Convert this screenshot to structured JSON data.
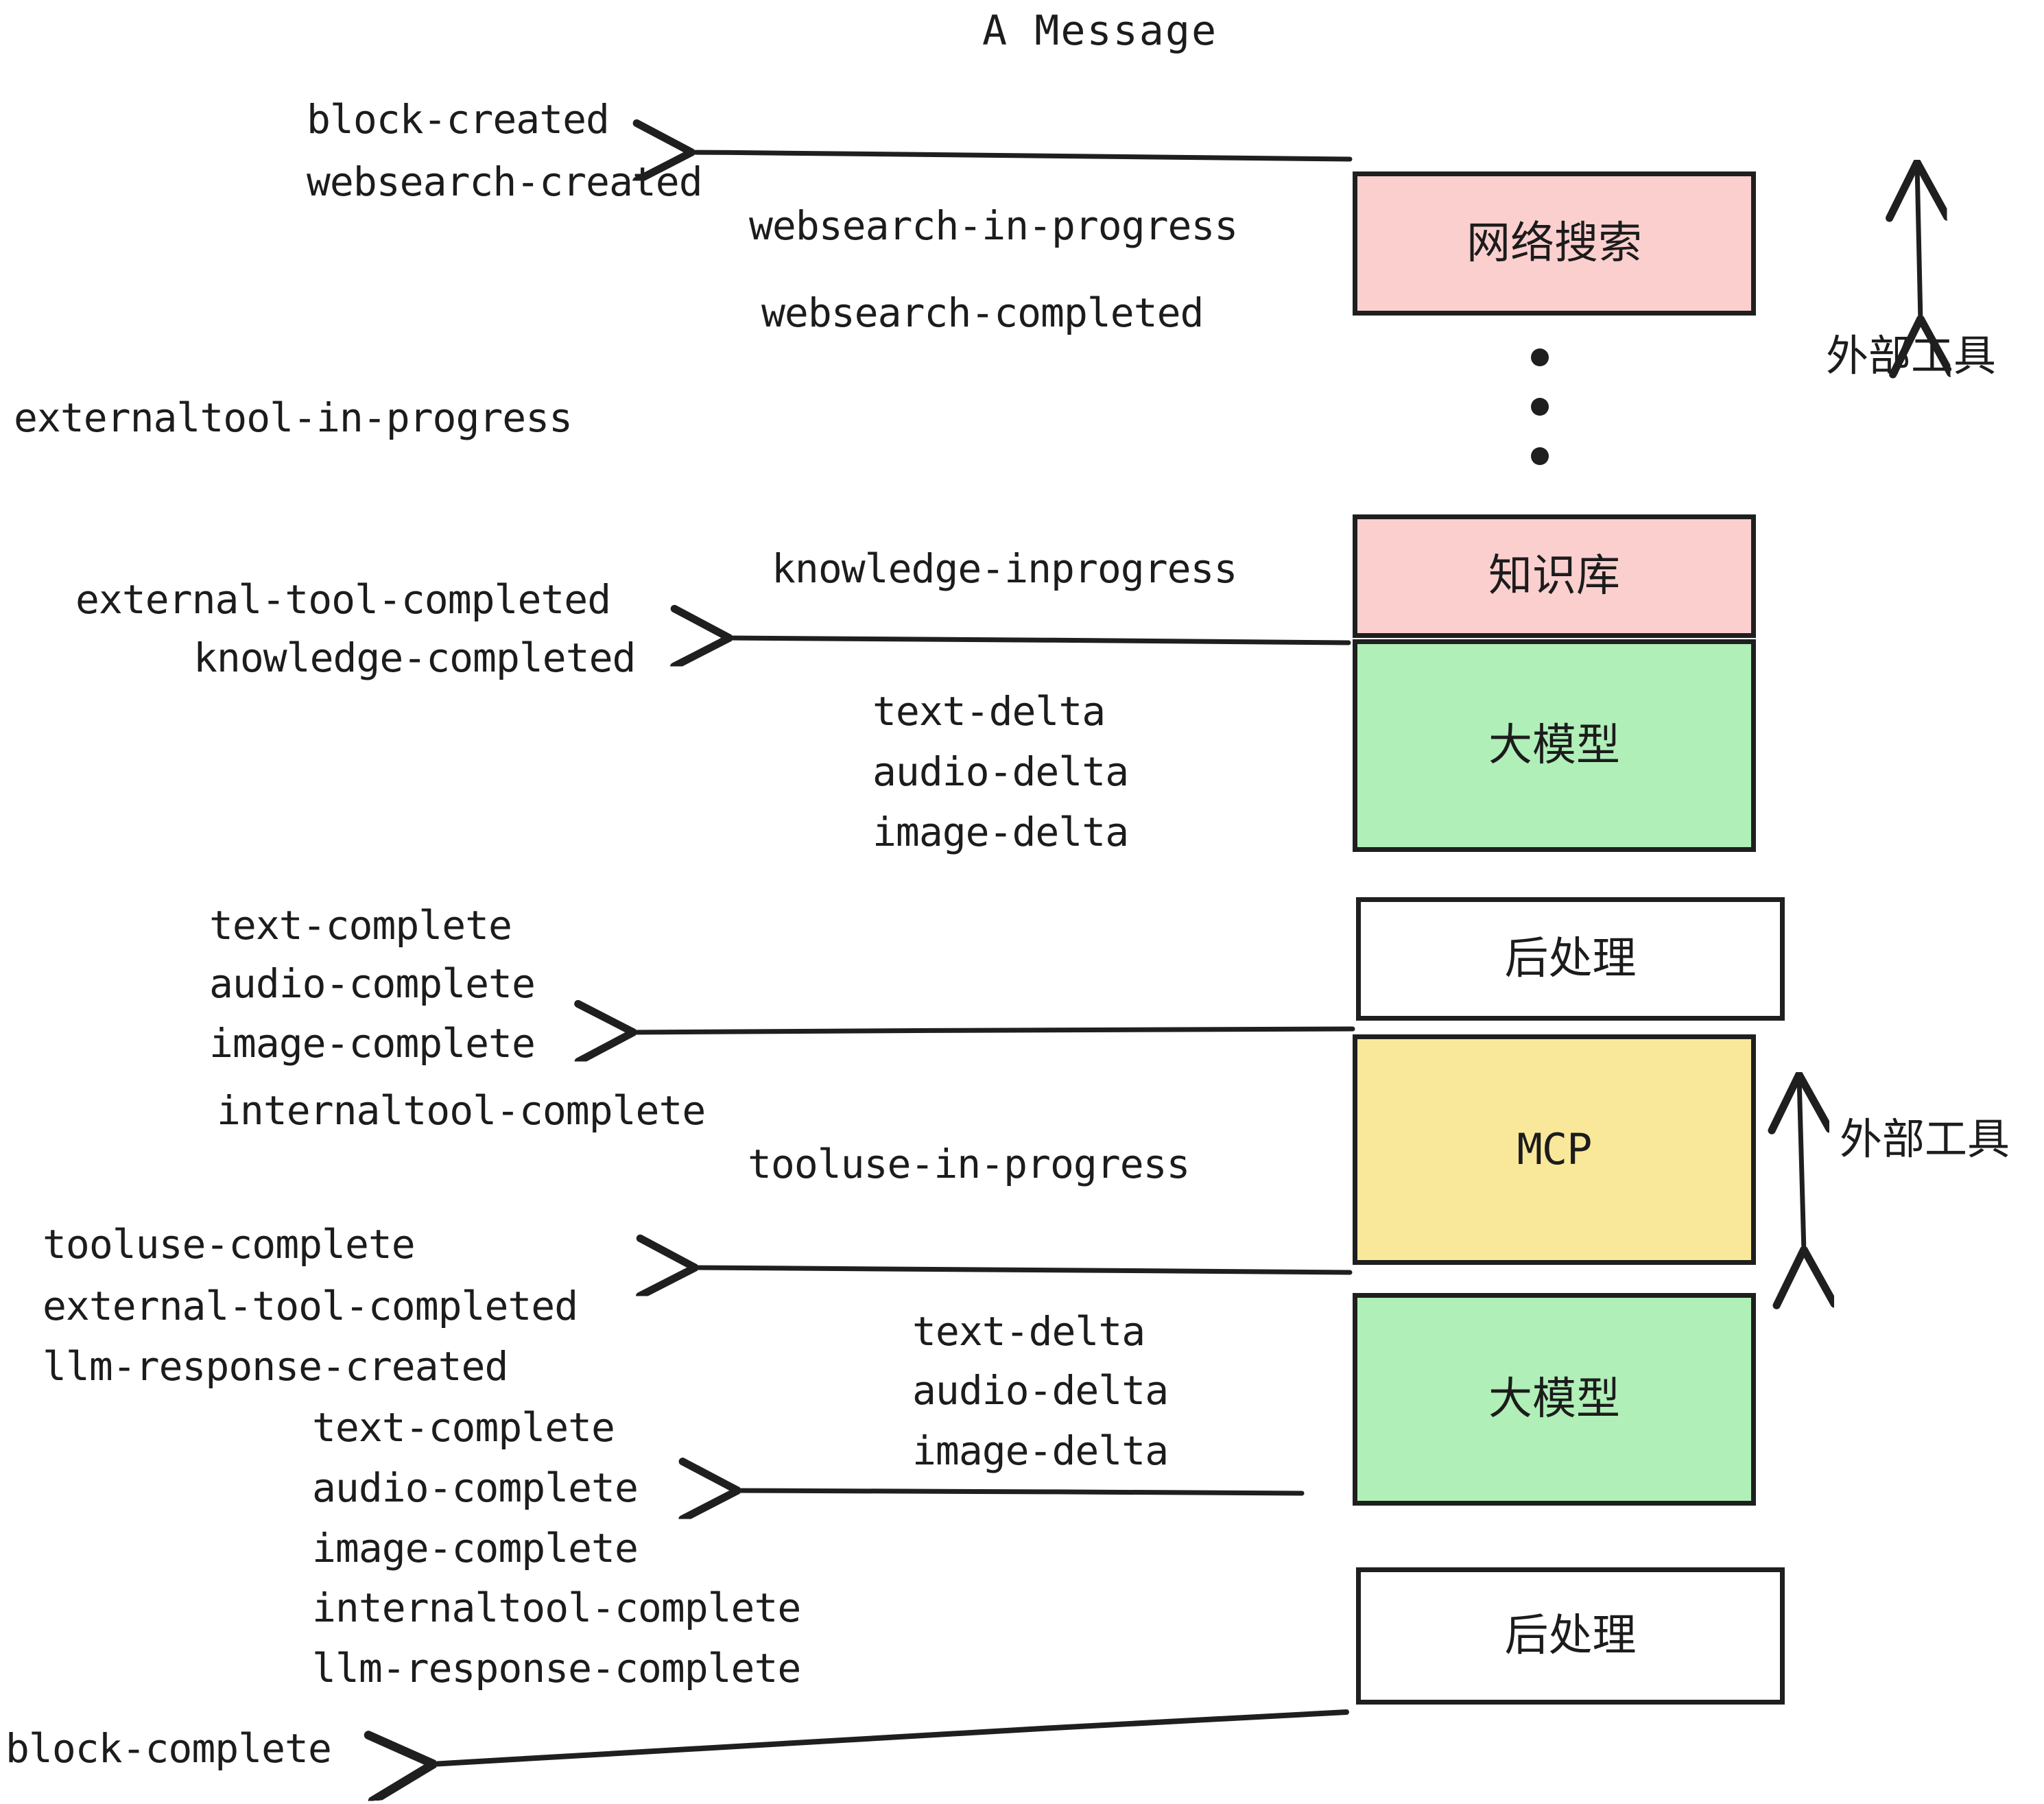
{
  "title": "A Message",
  "colors": {
    "pink": "#fccfcf",
    "green": "#b0efb8",
    "yellow": "#fae89a",
    "white": "#ffffff",
    "stroke": "#1f1f1f",
    "text": "#1c1c1c"
  },
  "nodes": {
    "websearch": "网络搜索",
    "knowledge": "知识库",
    "llm_top": "大模型",
    "postprocess_top": "后处理",
    "mcp": "MCP",
    "llm_bottom": "大模型",
    "postprocess_bottom": "后处理"
  },
  "side_labels": {
    "external_tool_top": "外部工具",
    "external_tool_bottom": "外部工具"
  },
  "events": {
    "block_created": "block-created",
    "websearch_created": "websearch-created",
    "websearch_in_progress": "websearch-in-progress",
    "websearch_completed": "websearch-completed",
    "externaltool_in_progress": "externaltool-in-progress",
    "knowledge_inprogress": "knowledge-inprogress",
    "external_tool_completed_1": "external-tool-completed",
    "knowledge_completed": "knowledge-completed",
    "text_delta_1": "text-delta",
    "audio_delta_1": "audio-delta",
    "image_delta_1": "image-delta",
    "text_complete_1": "text-complete",
    "audio_complete_1": "audio-complete",
    "image_complete_1": "image-complete",
    "internaltool_complete_1": "internaltool-complete",
    "tooluse_in_progress": "tooluse-in-progress",
    "tooluse_complete": "tooluse-complete",
    "external_tool_completed_2": "external-tool-completed",
    "llm_response_created": "llm-response-created",
    "text_delta_2": "text-delta",
    "audio_delta_2": "audio-delta",
    "image_delta_2": "image-delta",
    "text_complete_2": "text-complete",
    "audio_complete_2": "audio-complete",
    "image_complete_2": "image-complete",
    "internaltool_complete_2": "internaltool-complete",
    "llm_response_complete": "llm-response-complete",
    "block_complete": "block-complete"
  }
}
